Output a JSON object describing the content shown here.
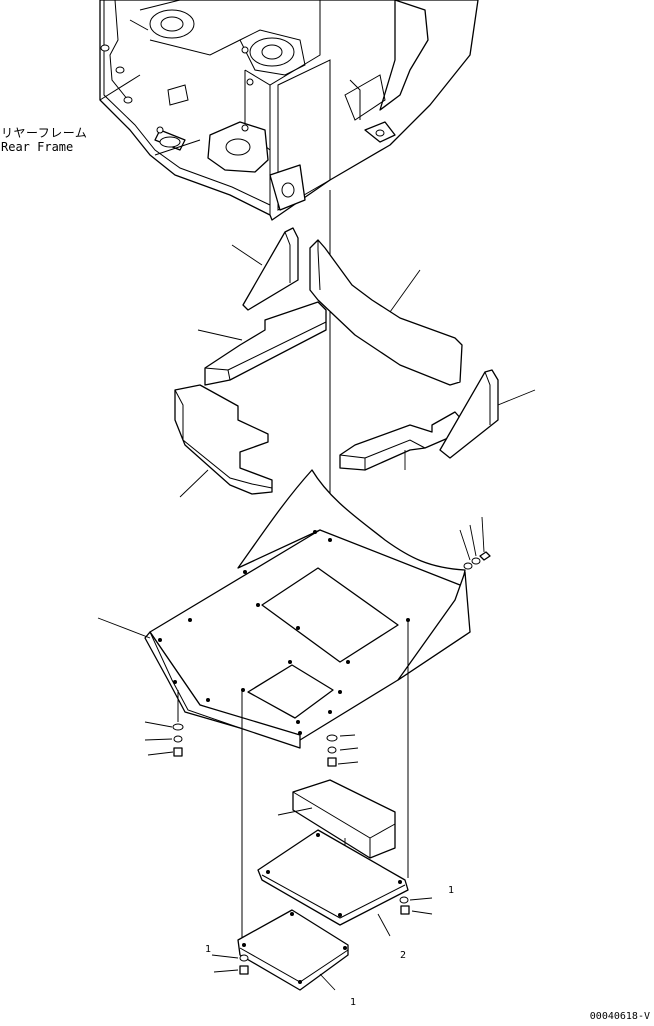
{
  "labels": {
    "part_jp": "リヤーフレーム",
    "part_en": "Rear Frame"
  },
  "drawing_number": "00040618-V",
  "callouts": {
    "plate_right_bolt": "1",
    "cover_small": "2",
    "cover_left_bolt": "1",
    "cover_large": "1"
  }
}
